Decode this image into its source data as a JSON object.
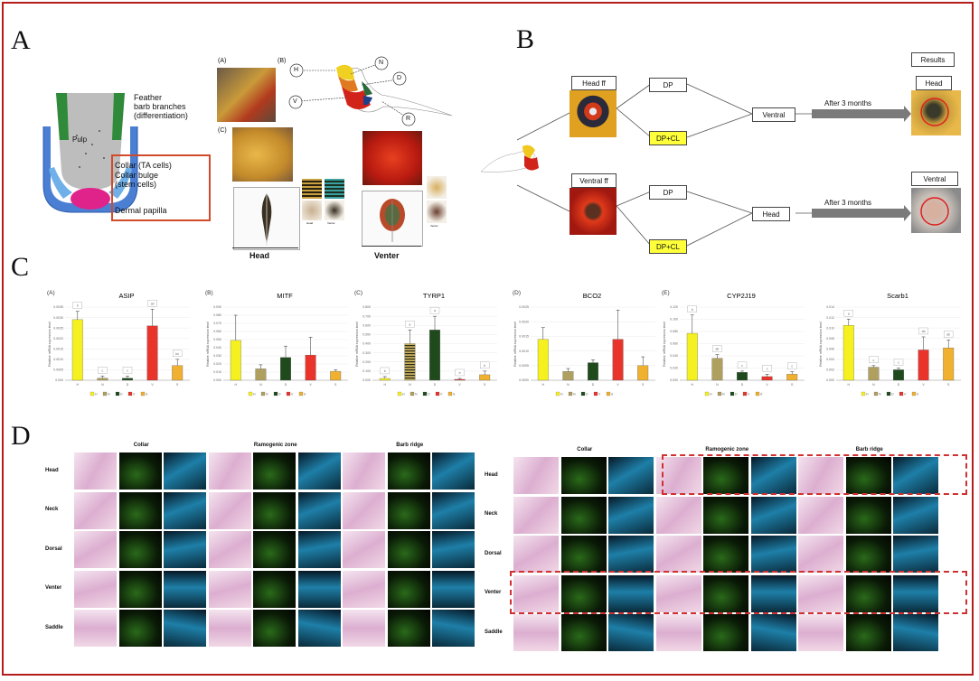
{
  "panels": {
    "A": "A",
    "B": "B",
    "C": "C",
    "D": "D"
  },
  "panel_a": {
    "follicle_labels": {
      "barb": "Feather\nbarb branches\n(differentiation)",
      "pulp": "Pulp",
      "collar": "Collar (TA cells)",
      "bulge": "Collar bulge\n(stem cells)",
      "papilla": "Dermal papilla"
    },
    "sub_labels": {
      "A": "(A)",
      "B": "(B)",
      "C": "(C)"
    },
    "bird_points": [
      "H",
      "N",
      "D",
      "V",
      "R"
    ],
    "head_label": "Head",
    "venter_label": "Venter",
    "tiny_labels": [
      "Head",
      "Venter",
      "Venter"
    ]
  },
  "panel_b": {
    "head_ff": "Head ff",
    "ventral_ff": "Ventral ff",
    "dp": "DP",
    "dpcl": "DP+CL",
    "ventral": "Ventral",
    "head": "Head",
    "after": "After 3 months",
    "results": "Results",
    "res_head": "Head",
    "res_ventral": "Ventral"
  },
  "chart_data": [
    {
      "type": "bar",
      "panel": "(A)",
      "title": "ASIP",
      "categories": [
        "H",
        "N",
        "D",
        "V",
        "S"
      ],
      "values": [
        0.0029,
        0.0001,
        0.0001,
        0.0026,
        0.0007
      ],
      "errors": [
        0.0004,
        0.0001,
        0.0001,
        0.0008,
        0.0003
      ],
      "letters": [
        "b",
        "c",
        "c",
        "ab",
        "bc"
      ],
      "ylim": [
        0,
        0.0035
      ],
      "yticks": [
        "0.000",
        "0.0005",
        "0.0010",
        "0.0015",
        "0.0020",
        "0.0025",
        "0.0030",
        "0.0035"
      ],
      "ylabel": "Relative mRNA expression level"
    },
    {
      "type": "bar",
      "panel": "(B)",
      "title": "MITF",
      "categories": [
        "H",
        "N",
        "D",
        "V",
        "S"
      ],
      "values": [
        0.049,
        0.014,
        0.028,
        0.031,
        0.011
      ],
      "errors": [
        0.031,
        0.005,
        0.014,
        0.022,
        0.002
      ],
      "letters": [],
      "ylim": [
        0,
        0.09
      ],
      "yticks": [
        "0.000",
        "0.010",
        "0.020",
        "0.030",
        "0.040",
        "0.050",
        "0.060",
        "0.070",
        "0.080",
        "0.090"
      ],
      "ylabel": "Relative mRNA expression level"
    },
    {
      "type": "bar",
      "panel": "(C)",
      "title": "TYRP1",
      "categories": [
        "H",
        "N",
        "D",
        "V",
        "S"
      ],
      "values": [
        0.02,
        0.4,
        0.55,
        0.01,
        0.06
      ],
      "errors": [
        0.02,
        0.15,
        0.15,
        0.01,
        0.04
      ],
      "letters": [
        "b",
        "a",
        "a",
        "b",
        "b"
      ],
      "ylim": [
        0,
        0.8
      ],
      "yticks": [
        "0.000",
        "0.100",
        "0.200",
        "0.300",
        "0.400",
        "0.500",
        "0.600",
        "0.700",
        "0.800"
      ],
      "ylabel": "Relative mRNA expression level"
    },
    {
      "type": "bar",
      "panel": "(D)",
      "title": "BCO2",
      "categories": [
        "H",
        "N",
        "D",
        "V",
        "S"
      ],
      "values": [
        0.0014,
        0.0003,
        0.0006,
        0.0014,
        0.0005
      ],
      "errors": [
        0.0004,
        0.0001,
        0.0001,
        0.001,
        0.0003
      ],
      "letters": [],
      "ylim": [
        0,
        0.0025
      ],
      "yticks": [
        "0.0000",
        "0.0005",
        "0.0010",
        "0.0015",
        "0.0020",
        "0.0025"
      ],
      "ylabel": "Relative mRNA expression level"
    },
    {
      "type": "bar",
      "panel": "(E)",
      "title": "CYP2J19",
      "categories": [
        "H",
        "N",
        "D",
        "V",
        "S"
      ],
      "values": [
        0.077,
        0.036,
        0.013,
        0.006,
        0.01
      ],
      "errors": [
        0.03,
        0.006,
        0.002,
        0.004,
        0.004
      ],
      "letters": [
        "b",
        "ab",
        "c",
        "c",
        "c"
      ],
      "ylim": [
        0,
        0.12
      ],
      "yticks": [
        "0.000",
        "0.020",
        "0.040",
        "0.060",
        "0.080",
        "0.100",
        "0.120"
      ],
      "ylabel": "Relative mRNA expression level"
    },
    {
      "type": "bar",
      "panel": "",
      "title": "Scarb1",
      "categories": [
        "H",
        "N",
        "D",
        "V",
        "S"
      ],
      "values": [
        0.0105,
        0.0025,
        0.002,
        0.0058,
        0.0062
      ],
      "errors": [
        0.0012,
        0.0003,
        0.0003,
        0.0025,
        0.0015
      ],
      "letters": [
        "a",
        "c",
        "c",
        "ab",
        "ab"
      ],
      "ylim": [
        0,
        0.014
      ],
      "yticks": [
        "0.000",
        "0.002",
        "0.004",
        "0.006",
        "0.008",
        "0.010",
        "0.012",
        "0.014"
      ],
      "ylabel": "Relative mRNA expression level"
    }
  ],
  "bar_colors": [
    "#f5f020",
    "#b0a060",
    "#1f4a1c",
    "#e8342a",
    "#f0b030"
  ],
  "legend_items": [
    "H",
    "N",
    "D",
    "V",
    "S"
  ],
  "panel_d": {
    "columns": [
      "Collar",
      "Ramogenic zone",
      "Barb ridge"
    ],
    "rows": [
      "Head",
      "Neck",
      "Dorsal",
      "Venter",
      "Saddle"
    ]
  }
}
